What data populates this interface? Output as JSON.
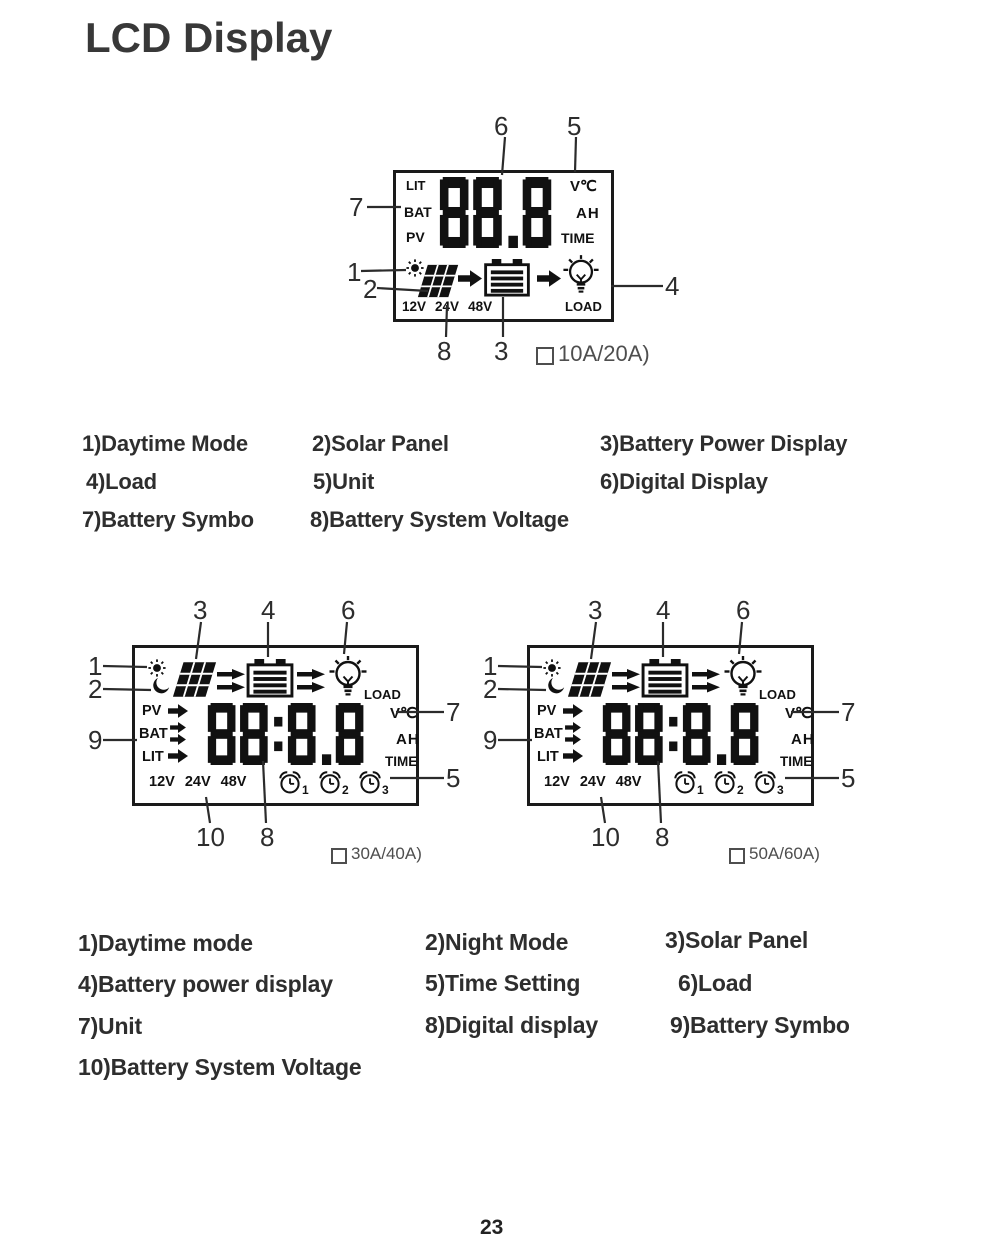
{
  "page": {
    "title": "LCD Display",
    "number": "23"
  },
  "display1": {
    "model": "10A/20A)",
    "digits": "88.8",
    "rows_left": [
      "LIT",
      "BAT",
      "PV"
    ],
    "rows_right": [
      "V℃",
      "AH",
      "TIME"
    ],
    "voltages": [
      "12V",
      "24V",
      "48V"
    ],
    "load": "LOAD",
    "callouts": {
      "c1": "1",
      "c2": "2",
      "c3": "3",
      "c4": "4",
      "c5": "5",
      "c6": "6",
      "c7": "7",
      "c8": "8"
    }
  },
  "display2": {
    "model": "30A/40A)",
    "digits": "88:8.8",
    "rows_left": [
      "PV",
      "BAT",
      "LIT"
    ],
    "rows_right": [
      "V℃",
      "AH",
      "TIME"
    ],
    "voltages": [
      "12V",
      "24V",
      "48V"
    ],
    "load": "LOAD",
    "timers": [
      "1",
      "2",
      "3"
    ],
    "callouts": {
      "c1": "1",
      "c2": "2",
      "c3": "3",
      "c4": "4",
      "c5": "5",
      "c6": "6",
      "c7": "7",
      "c8": "8",
      "c9": "9",
      "c10": "10"
    }
  },
  "display3": {
    "model": "50A/60A)",
    "digits": "88:8.8",
    "rows_left": [
      "PV",
      "BAT",
      "LIT"
    ],
    "rows_right": [
      "V℃",
      "AH",
      "TIME"
    ],
    "voltages": [
      "12V",
      "24V",
      "48V"
    ],
    "load": "LOAD",
    "timers": [
      "1",
      "2",
      "3"
    ],
    "callouts": {
      "c1": "1",
      "c2": "2",
      "c3": "3",
      "c4": "4",
      "c5": "5",
      "c6": "6",
      "c7": "7",
      "c8": "8",
      "c9": "9",
      "c10": "10"
    }
  },
  "legend1": {
    "items": [
      "1)Daytime Mode",
      "2)Solar Panel",
      "3)Battery Power Display",
      "4)Load",
      "5)Unit",
      "6)Digital Display",
      "7)Battery Symbo",
      "8)Battery System Voltage"
    ]
  },
  "legend2": {
    "items": [
      "1)Daytime mode",
      "2)Night Mode",
      "3)Solar Panel",
      "4)Battery power display",
      "5)Time Setting",
      "6)Load",
      "7)Unit",
      "8)Digital display",
      "9)Battery Symbo",
      "10)Battery System Voltage"
    ]
  },
  "colors": {
    "ink": "#111111",
    "text": "#2e2e2e"
  }
}
